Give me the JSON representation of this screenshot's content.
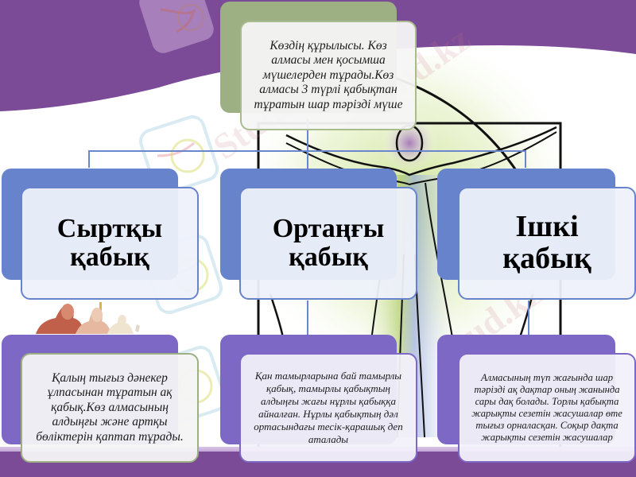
{
  "slide": {
    "background_color": "#ffffff",
    "accent_purple": "#7b4b97",
    "watermark_text": "Stud.kz"
  },
  "root_node": {
    "text": "Көздің құрылысы. Көз алмасы мен қосымша мүшелерден тұрады.Көз алмасы 3 түрлі қабықтан тұратын шар тәрізді мүше",
    "back_color": "#9cb084",
    "front_border": "#a8bc8e"
  },
  "layers": [
    {
      "title_line1": "Сыртқы",
      "title_line2": "қабық",
      "description": "Қалың тығыз дәнекер ұлпасынан тұратын ақ қабық.Көз алмасының алдыңғы және артқы бөліктерін қаптап тұрады."
    },
    {
      "title_line1": "Ортаңғы",
      "title_line2": "қабық",
      "description": "Қан тамырларына бай тамырлы қабық, тамырлы қабықтың алдыңғы жағы нұрлы қабыққа айналған. Нұрлы қабықтың дәл ортасындағы тесік-қарашық деп аталады"
    },
    {
      "title_line1": "Ішкі",
      "title_line2": "қабық",
      "description": "Алмасының түп жағында шар тәрізді ақ дақтар оның жанында сары дақ болады. Торлы қабықта жарықты сезетін жасушалар өте тығыз орналасқан. Соқыр дақта жарықты сезетін жасушалар"
    }
  ],
  "colors": {
    "title_back": "#6683cc",
    "desc_back": "#7d68c5",
    "connector": "#6a86cf"
  }
}
